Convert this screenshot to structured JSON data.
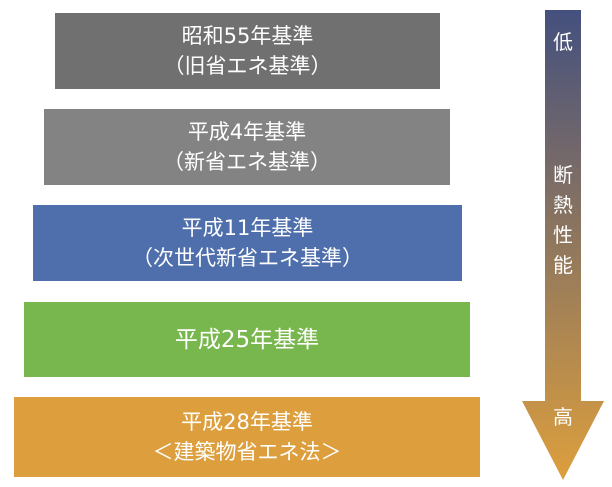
{
  "levels": [
    {
      "line1": "昭和55年基準",
      "line2": "（旧省エネ基準）",
      "color": "#707070"
    },
    {
      "line1": "平成4年基準",
      "line2": "（新省エネ基準）",
      "color": "#838383"
    },
    {
      "line1": "平成11年基準",
      "line2": "（次世代新省エネ基準）",
      "color": "#4f6fac"
    },
    {
      "line1": "平成25年基準",
      "line2": "",
      "color": "#78b74d"
    },
    {
      "line1": "平成28年基準",
      "line2": "＜建築物省エネ法＞",
      "color": "#dd9f3d"
    }
  ],
  "arrow": {
    "top_label": "低",
    "middle_chars": [
      "断",
      "熱",
      "性",
      "能"
    ],
    "bottom_label": "高",
    "color_top": "#44507e",
    "color_bottom": "#dd9f3d"
  }
}
